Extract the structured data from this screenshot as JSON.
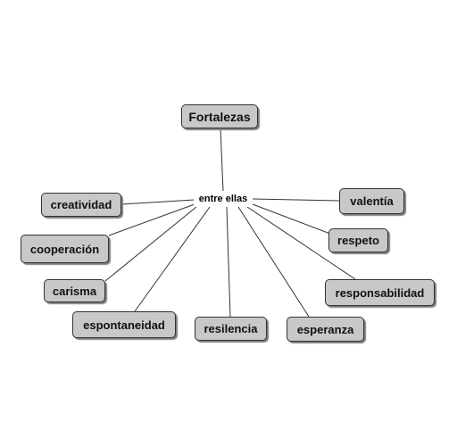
{
  "diagram": {
    "root": "Fortalezas",
    "connector": "entre ellas",
    "children": {
      "creatividad": "creatividad",
      "cooperacion": "cooperación",
      "carisma": "carisma",
      "espontaneidad": "espontaneidad",
      "resilencia": "resilencia",
      "esperanza": "esperanza",
      "responsabilidad": "responsabilidad",
      "respeto": "respeto",
      "valentia": "valentía"
    }
  },
  "colors": {
    "node_fill": "#c8c8c8",
    "node_border": "#333333",
    "line": "#333333"
  }
}
